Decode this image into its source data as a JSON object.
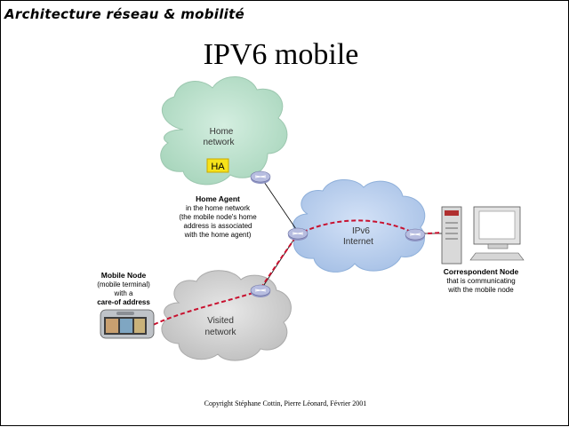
{
  "header": {
    "text": "Architecture réseau & mobilité"
  },
  "title": "IPV6 mobile",
  "networks": {
    "home": {
      "line1": "Home",
      "line2": "network",
      "ha_label": "HA"
    },
    "internet": {
      "line1": "IPv6",
      "line2": "Internet"
    },
    "visited": {
      "line1": "Visited",
      "line2": "network"
    }
  },
  "home_agent": {
    "title": "Home Agent",
    "lines": [
      "in the home network",
      "(the mobile node's home",
      "address is associated",
      "with the home agent)"
    ]
  },
  "mobile_node": {
    "title": "Mobile Node",
    "lines": [
      "(mobile terminal)",
      "with a",
      "care-of address"
    ]
  },
  "correspondent_node": {
    "title": "Correspondent Node",
    "lines": [
      "that is communicating",
      "with the mobile node"
    ]
  },
  "copyright": "Copyright Stéphane Cottin, Pierre Léonard, Février 2001",
  "colors": {
    "home_cloud": "#bfe3cf",
    "internet_cloud": "#bcd2f0",
    "visited_cloud": "#d8d8d8",
    "ha_badge": "#f6e21a",
    "tunnel": "#c8102e",
    "router": "#b7bde0"
  },
  "icons": {
    "router": "router-icon",
    "computer": "computer-icon",
    "phone": "mobile-phone-icon"
  }
}
